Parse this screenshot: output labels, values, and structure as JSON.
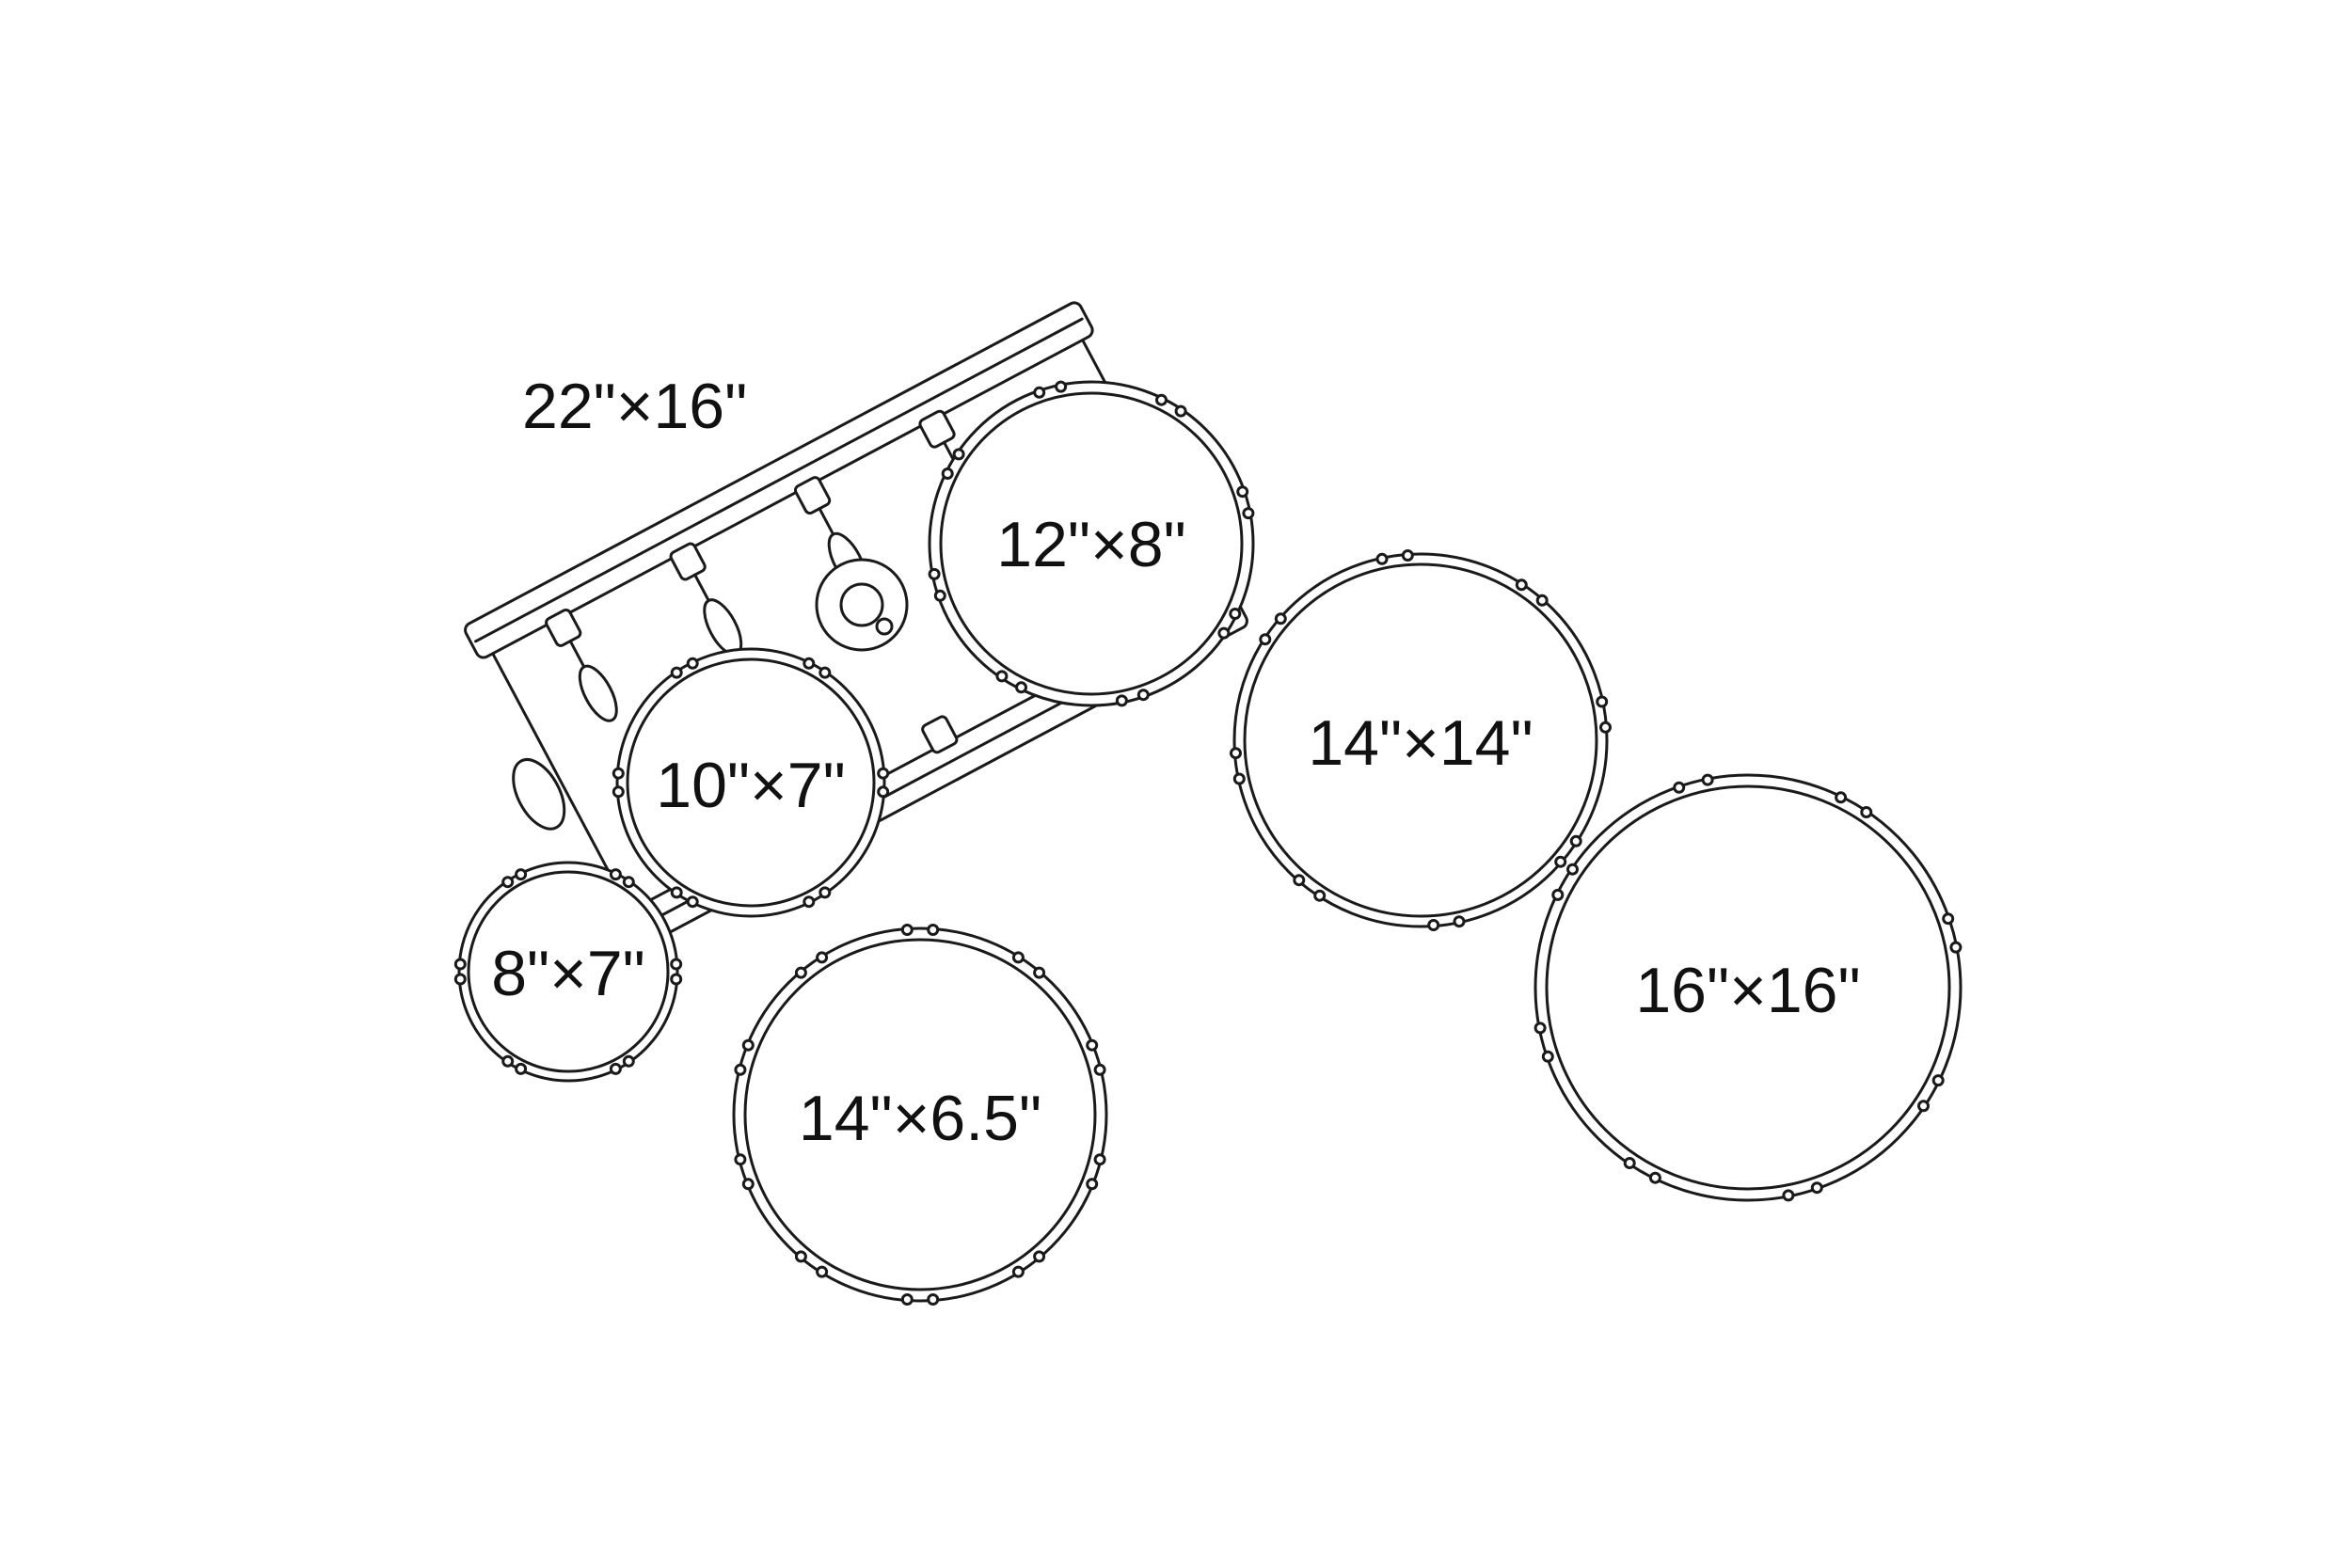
{
  "drums": [
    {
      "id": "bass",
      "label": "22\"×16\""
    },
    {
      "id": "rack-12",
      "label": "12\"×8\""
    },
    {
      "id": "rack-10",
      "label": "10\"×7\""
    },
    {
      "id": "rack-8",
      "label": "8\"×7\""
    },
    {
      "id": "snare",
      "label": "14\"×6.5\""
    },
    {
      "id": "floor-14",
      "label": "14\"×14\""
    },
    {
      "id": "floor-16",
      "label": "16\"×16\""
    }
  ],
  "colors": {
    "stroke": "#1a1a1a",
    "background": "#ffffff"
  }
}
